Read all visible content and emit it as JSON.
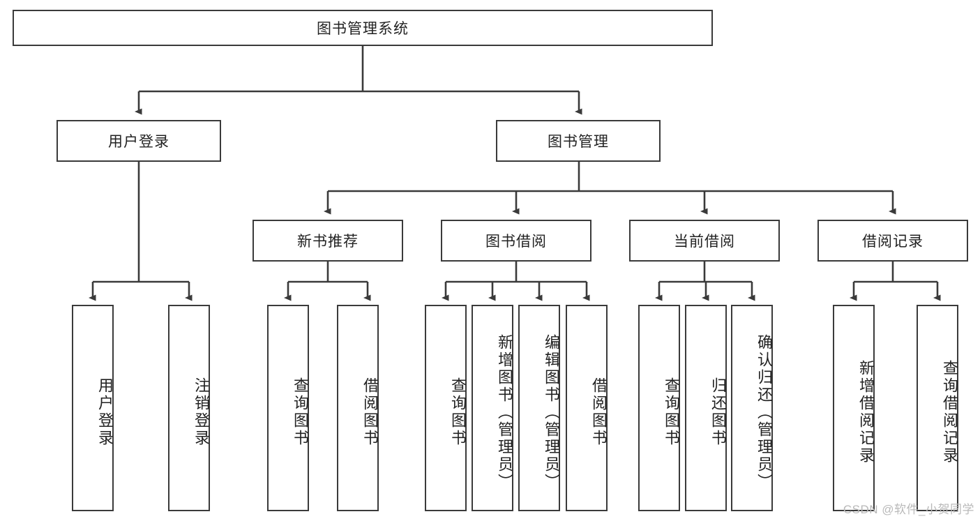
{
  "diagram": {
    "title": "图书管理系统",
    "type": "hierarchy-tree",
    "root": {
      "label": "图书管理系统"
    },
    "level2": [
      {
        "label": "用户登录"
      },
      {
        "label": "图书管理"
      }
    ],
    "level3": [
      {
        "label": "新书推荐"
      },
      {
        "label": "图书借阅"
      },
      {
        "label": "当前借阅"
      },
      {
        "label": "借阅记录"
      }
    ],
    "leaves": {
      "user_login": [
        {
          "label": "用户登录"
        },
        {
          "label": "注销登录"
        }
      ],
      "new_book_recommend": [
        {
          "label": "查询图书"
        },
        {
          "label": "借阅图书"
        }
      ],
      "book_borrow": [
        {
          "label": "查询图书"
        },
        {
          "label": "新增图书（管理员）"
        },
        {
          "label": "编辑图书（管理员）"
        },
        {
          "label": "借阅图书"
        }
      ],
      "current_borrow": [
        {
          "label": "查询图书"
        },
        {
          "label": "归还图书"
        },
        {
          "label": "确认归还（管理员）"
        }
      ],
      "borrow_records": [
        {
          "label": "新增借阅记录"
        },
        {
          "label": "查询借阅记录"
        }
      ]
    }
  },
  "watermark": {
    "text": "CSDN @软件_小贺同学"
  },
  "colors": {
    "border": "#3a3a3a",
    "background": "#ffffff",
    "text": "#222222",
    "watermark": "#b9b9b9"
  }
}
